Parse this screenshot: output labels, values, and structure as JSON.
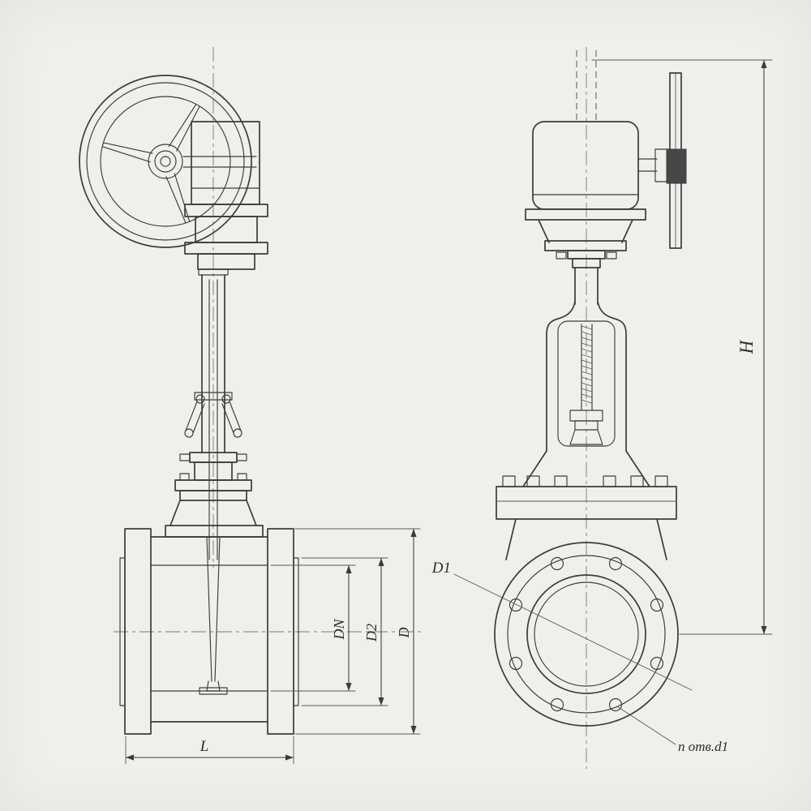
{
  "drawing": {
    "background_color": "#f0efec",
    "line_color": "#3c3c3c",
    "labels": {
      "H": "H",
      "DN": "DN",
      "D2": "D2",
      "D": "D",
      "L": "L",
      "D1": "D1",
      "holes": "n отв.d1"
    }
  }
}
